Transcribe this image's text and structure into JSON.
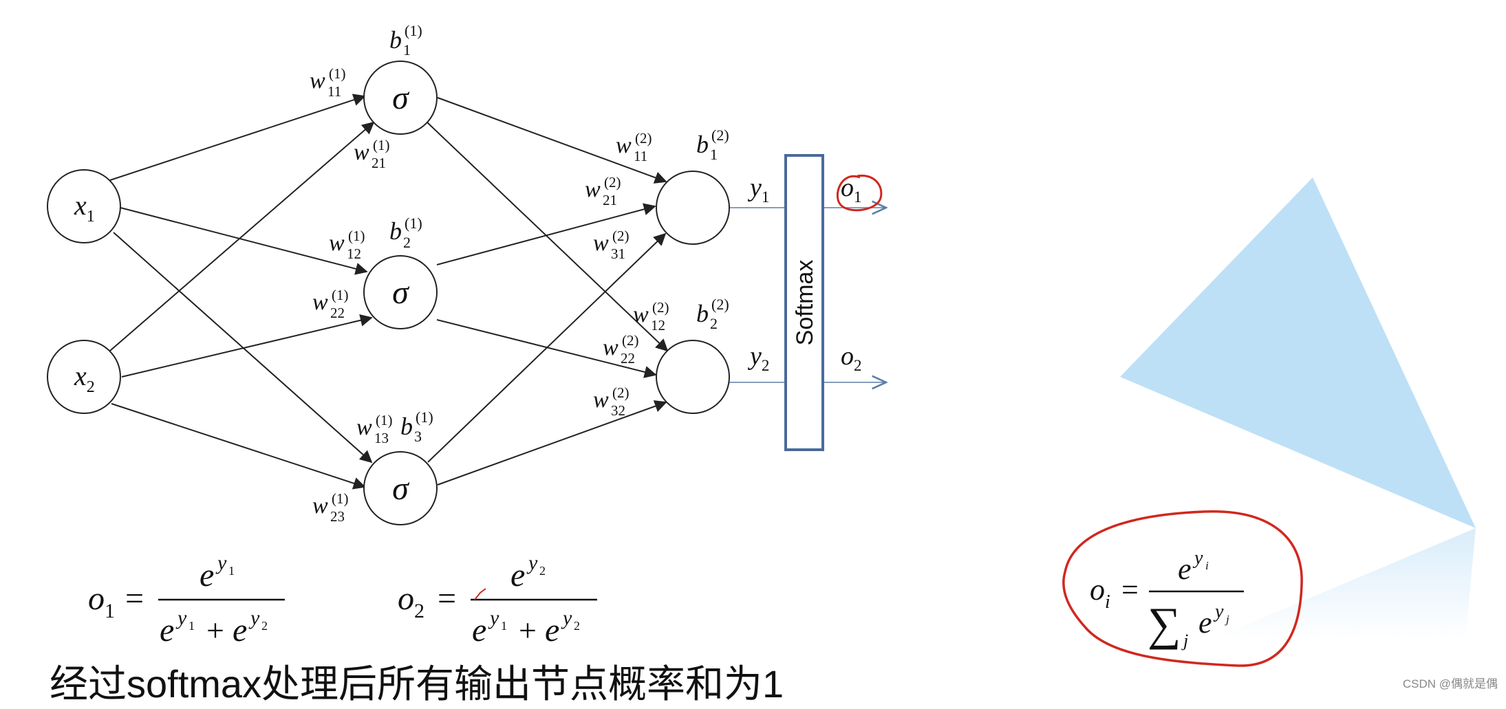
{
  "inputs": [
    {
      "base": "x",
      "sub": "1"
    },
    {
      "base": "x",
      "sub": "2"
    }
  ],
  "hidden_symbol": "σ",
  "hidden_bias": [
    {
      "base": "b",
      "sub": "1",
      "sup": "(1)"
    },
    {
      "base": "b",
      "sub": "2",
      "sup": "(1)"
    },
    {
      "base": "b",
      "sub": "3",
      "sup": "(1)"
    }
  ],
  "layer1_weights": [
    {
      "base": "w",
      "sub": "11",
      "sup": "(1)"
    },
    {
      "base": "w",
      "sub": "21",
      "sup": "(1)"
    },
    {
      "base": "w",
      "sub": "12",
      "sup": "(1)"
    },
    {
      "base": "w",
      "sub": "22",
      "sup": "(1)"
    },
    {
      "base": "w",
      "sub": "13",
      "sup": "(1)"
    },
    {
      "base": "w",
      "sub": "23",
      "sup": "(1)"
    }
  ],
  "output_bias": [
    {
      "base": "b",
      "sub": "1",
      "sup": "(2)"
    },
    {
      "base": "b",
      "sub": "2",
      "sup": "(2)"
    }
  ],
  "layer2_weights": [
    {
      "base": "w",
      "sub": "11",
      "sup": "(2)"
    },
    {
      "base": "w",
      "sub": "21",
      "sup": "(2)"
    },
    {
      "base": "w",
      "sub": "31",
      "sup": "(2)"
    },
    {
      "base": "w",
      "sub": "12",
      "sup": "(2)"
    },
    {
      "base": "w",
      "sub": "22",
      "sup": "(2)"
    },
    {
      "base": "w",
      "sub": "32",
      "sup": "(2)"
    }
  ],
  "y_labels": [
    {
      "base": "y",
      "sub": "1"
    },
    {
      "base": "y",
      "sub": "2"
    }
  ],
  "o_labels": [
    {
      "base": "o",
      "sub": "1"
    },
    {
      "base": "o",
      "sub": "2"
    }
  ],
  "softmax_label": "Softmax",
  "formula1": {
    "lhs_base": "o",
    "lhs_sub": "1",
    "num_base": "e",
    "num_sup": "y",
    "num_sup_sub": "1",
    "den_a_base": "e",
    "den_a_sup": "y",
    "den_a_sup_sub": "1",
    "plus": "+",
    "den_b_base": "e",
    "den_b_sup": "y",
    "den_b_sup_sub": "2"
  },
  "formula2": {
    "lhs_base": "o",
    "lhs_sub": "2",
    "num_base": "e",
    "num_sup": "y",
    "num_sup_sub": "2",
    "den_a_base": "e",
    "den_a_sup": "y",
    "den_a_sup_sub": "1",
    "plus": "+",
    "den_b_base": "e",
    "den_b_sup": "y",
    "den_b_sup_sub": "2"
  },
  "formula_general": {
    "lhs_base": "o",
    "lhs_sub": "i",
    "num_base": "e",
    "num_sup": "y",
    "num_sup_sub": "i",
    "sum_symbol": "∑",
    "sum_sub": "j",
    "den_base": "e",
    "den_sup": "y",
    "den_sup_sub": "j"
  },
  "equals": "=",
  "caption": "经过softmax处理后所有输出节点概率和为1",
  "watermark": "CSDN @偶就是偶",
  "colors": {
    "line": "#222222",
    "output_line": "#5b7fa8",
    "softmax_border": "#4a6a9c",
    "annotation": "#d0281f",
    "triangle": "#bde0f7"
  }
}
